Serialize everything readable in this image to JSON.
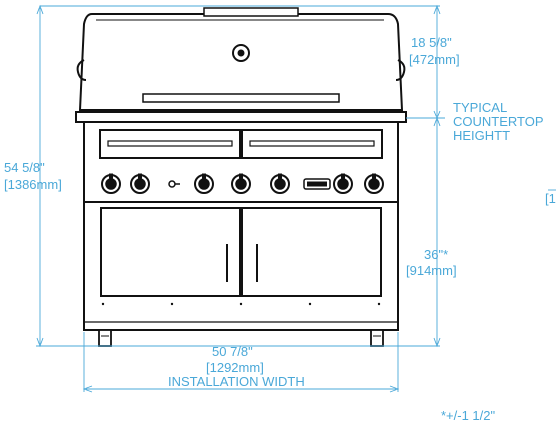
{
  "dimensions": {
    "overall_height": {
      "imperial": "54 5/8\"",
      "metric": "[1386mm]"
    },
    "hood_height": {
      "imperial": "18 5/8\"",
      "metric": "[472mm]"
    },
    "countertop_label": {
      "line1": "TYPICAL",
      "line2": "COUNTERTOP",
      "line3": "HEIGHTT"
    },
    "countertop_height": {
      "imperial": "36\"*",
      "metric": "[914mm]"
    },
    "width": {
      "imperial": "50 7/8\"",
      "metric": "[1292mm]"
    },
    "width_label": "INSTALLATION WIDTH",
    "side_fragment": "[1"
  },
  "footnote": "*+/-1 1/2\"",
  "accent_color": "#4aa8d8",
  "line_color": "#111111",
  "knob_count": 7,
  "burner_control_count": 6
}
